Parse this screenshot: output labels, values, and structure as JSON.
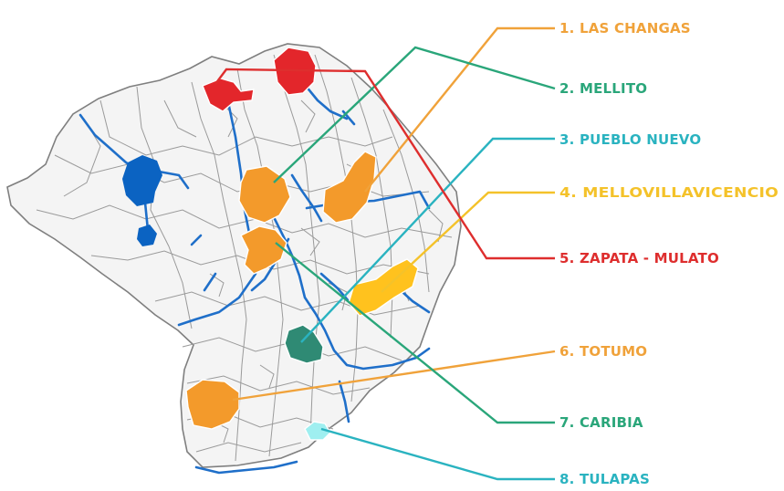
{
  "map": {
    "land_color": "#f4f4f4",
    "border_color": "#9a9a9a",
    "river_color": "#1f6fc9",
    "lake_color": "#0b63c2"
  },
  "legend": [
    {
      "number": "1",
      "label": "1. LAS CHANGAS",
      "color": "#f0a23a"
    },
    {
      "number": "2",
      "label": "2. MELLITO",
      "color": "#2aa67a"
    },
    {
      "number": "3",
      "label": "3. PUEBLO NUEVO",
      "color": "#2ab3c0"
    },
    {
      "number": "4",
      "label": "4. MELLOVILLAVICENCIO",
      "color": "#f4c22a"
    },
    {
      "number": "5",
      "label": "5. ZAPATA - MULATO",
      "color": "#de2e2e"
    },
    {
      "number": "6",
      "label": "6. TOTUMO",
      "color": "#f0a23a"
    },
    {
      "number": "7",
      "label": "7. CARIBIA",
      "color": "#2aa67a"
    },
    {
      "number": "8",
      "label": "8. TULAPAS",
      "color": "#2ab3c0"
    }
  ],
  "regions": [
    {
      "key": "las-changas-region",
      "color": "#f39a2b",
      "stroke": "#ffffff"
    },
    {
      "key": "mellito-region",
      "color": "#f39a2b",
      "stroke": "#ffffff"
    },
    {
      "key": "pueblo-nuevo-region",
      "color": "#2f8a74",
      "stroke": "#ffffff"
    },
    {
      "key": "mellovillavicencio-region",
      "color": "#ffc21e",
      "stroke": "#ffffff"
    },
    {
      "key": "zapata-mulato-region-west",
      "color": "#e3262b",
      "stroke": "#ffffff"
    },
    {
      "key": "zapata-mulato-region-east",
      "color": "#e3262b",
      "stroke": "#ffffff"
    },
    {
      "key": "totumo-region",
      "color": "#f39a2b",
      "stroke": "#ffffff"
    },
    {
      "key": "caribia-region",
      "color": "#f39a2b",
      "stroke": "#ffffff"
    },
    {
      "key": "tulapas-region",
      "color": "#9feff0",
      "stroke": "#ffffff"
    }
  ]
}
